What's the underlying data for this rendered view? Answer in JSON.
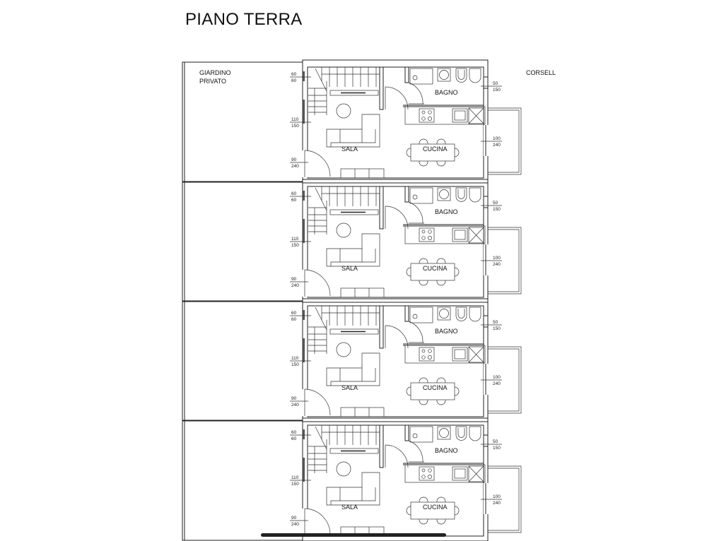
{
  "title": "PIANO TERRA",
  "garden": {
    "line1": "GIARDINO",
    "line2": "PRIVATO"
  },
  "corridor_label": "CORSELL",
  "units": [
    {
      "bagno": "BAGNO",
      "sala": "SALA",
      "cucina": "CUCINA",
      "d1a": "60",
      "d1b": "60",
      "d2a": "110",
      "d2b": "150",
      "d3a": "90",
      "d3b": "240",
      "d4a": "50",
      "d4b": "150",
      "d5a": "100",
      "d5b": "240"
    },
    {
      "bagno": "BAGNO",
      "sala": "SALA",
      "cucina": "CUCINA",
      "d1a": "60",
      "d1b": "60",
      "d2a": "110",
      "d2b": "150",
      "d3a": "90",
      "d3b": "240",
      "d4a": "50",
      "d4b": "150",
      "d5a": "100",
      "d5b": "240"
    },
    {
      "bagno": "BAGNO",
      "sala": "SALA",
      "cucina": "CUCINA",
      "d1a": "60",
      "d1b": "60",
      "d2a": "110",
      "d2b": "150",
      "d3a": "90",
      "d3b": "240",
      "d4a": "50",
      "d4b": "150",
      "d5a": "100",
      "d5b": "240"
    },
    {
      "bagno": "BAGNO",
      "sala": "SALA",
      "cucina": "CUCINA",
      "d1a": "60",
      "d1b": "60",
      "d2a": "110",
      "d2b": "150",
      "d3a": "90",
      "d3b": "240",
      "d4a": "50",
      "d4b": "150",
      "d5a": "100",
      "d5b": "240"
    }
  ]
}
